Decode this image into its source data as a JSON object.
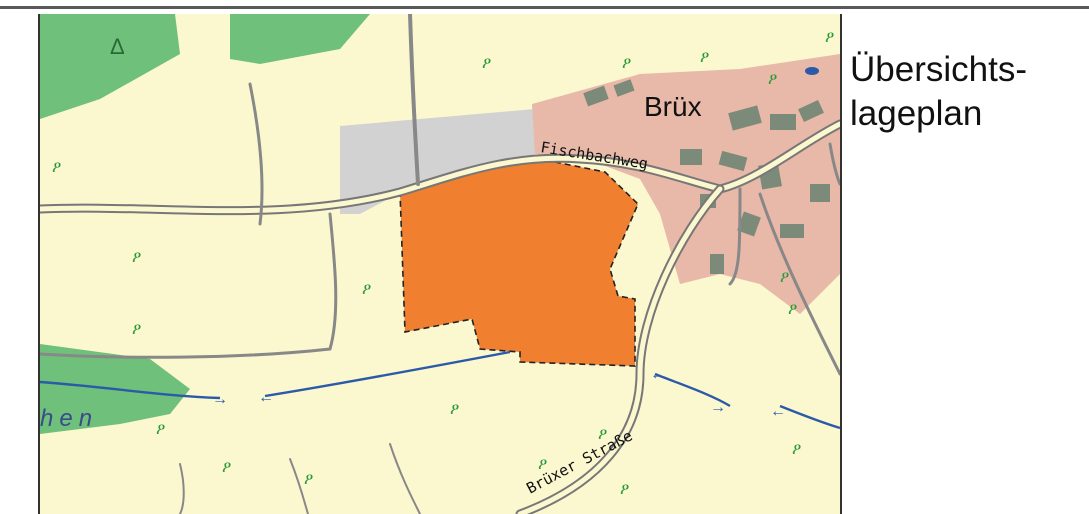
{
  "legend_title": {
    "line1": "Übersichts-",
    "line2": "lageplan"
  },
  "map": {
    "village": "Brüx",
    "road_fischbach": "Fischbachweg",
    "road_bruexer": "Brüxer Straße",
    "water_fragment": "hen"
  },
  "colors": {
    "plan_area": "#f08030",
    "forest": "#6fc07a",
    "settlement": "#e8b8a8",
    "background": "#fbf7cf",
    "industrial": "#d2d2d2",
    "water": "#2a5aa8"
  }
}
